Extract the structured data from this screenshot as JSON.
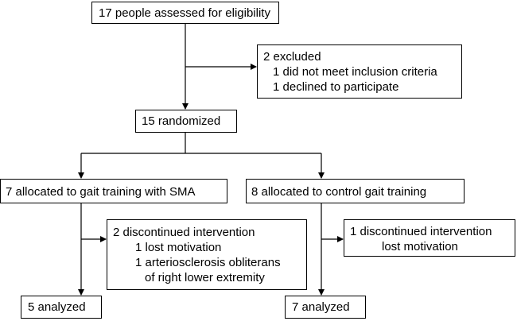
{
  "flowchart": {
    "eligibility": {
      "text": "17 people assessed for eligibility"
    },
    "excluded": {
      "title": "2 excluded",
      "reasons": [
        "1 did not meet inclusion criteria",
        "1 declined to participate"
      ]
    },
    "randomized": {
      "text": "15 randomized"
    },
    "arm_sma": {
      "allocation": "7 allocated to gait training with SMA",
      "discontinued": {
        "title": "2 discontinued intervention",
        "reasons": [
          "1 lost motivation",
          "1 arteriosclerosis obliterans",
          "of right lower extremity"
        ]
      },
      "analyzed": "5 analyzed"
    },
    "arm_control": {
      "allocation": "8 allocated to control gait training",
      "discontinued": {
        "title": "1 discontinued intervention",
        "reasons": [
          "lost motivation"
        ]
      },
      "analyzed": "7 analyzed"
    }
  }
}
